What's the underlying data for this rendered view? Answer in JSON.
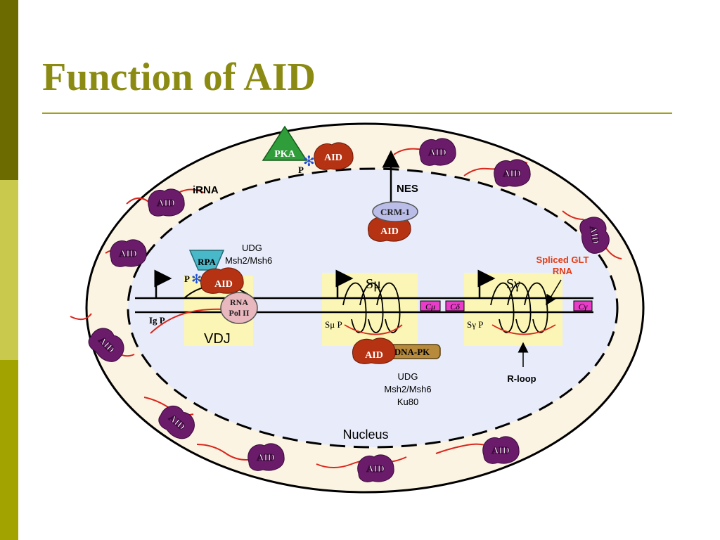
{
  "slide": {
    "title": "Function of AID"
  },
  "diagram": {
    "labels": {
      "pka": "PKA",
      "p": "P",
      "irna": "iRNA",
      "nes": "NES",
      "crm1": "CRM-1",
      "aid": "AID",
      "rpa": "RPA",
      "udg_top": "UDG",
      "msh_top": "Msh2/Msh6",
      "rna_pol_line1": "RNA",
      "rna_pol_line2": "Pol II",
      "ig_p": "Ig P",
      "vdj": "VDJ",
      "s_mu": "Sμ",
      "s_mu_p": "Sμ P",
      "c_mu": "Cμ",
      "c_delta": "Cδ",
      "s_gamma": "Sγ",
      "s_gamma_p": "Sγ P",
      "c_gamma": "Cγ",
      "spliced_line1": "Spliced GLT",
      "spliced_line2": "RNA",
      "r_loop": "R-loop",
      "dna_pk": "DNA-PK",
      "udg_bottom": "UDG",
      "msh_bottom": "Msh2/Msh6",
      "ku80": "Ku80",
      "nucleus": "Nucleus"
    },
    "colors": {
      "cytoplasm": "#fbf4e2",
      "nucleus": "#e8ecfa",
      "aid_cyto": "#6a1b6a",
      "aid_nuc": "#b53212",
      "mrna": "#d9261c",
      "pka": "#2f9e3a",
      "rpa": "#49b8c8",
      "crm1": "#b9bde8",
      "rna_pol": "#e9b8bf",
      "highlight": "#fbf6b5",
      "c_region": "#e93cc9",
      "dna_pk": "#b88a3c",
      "spliced_text": "#e23a12"
    }
  }
}
